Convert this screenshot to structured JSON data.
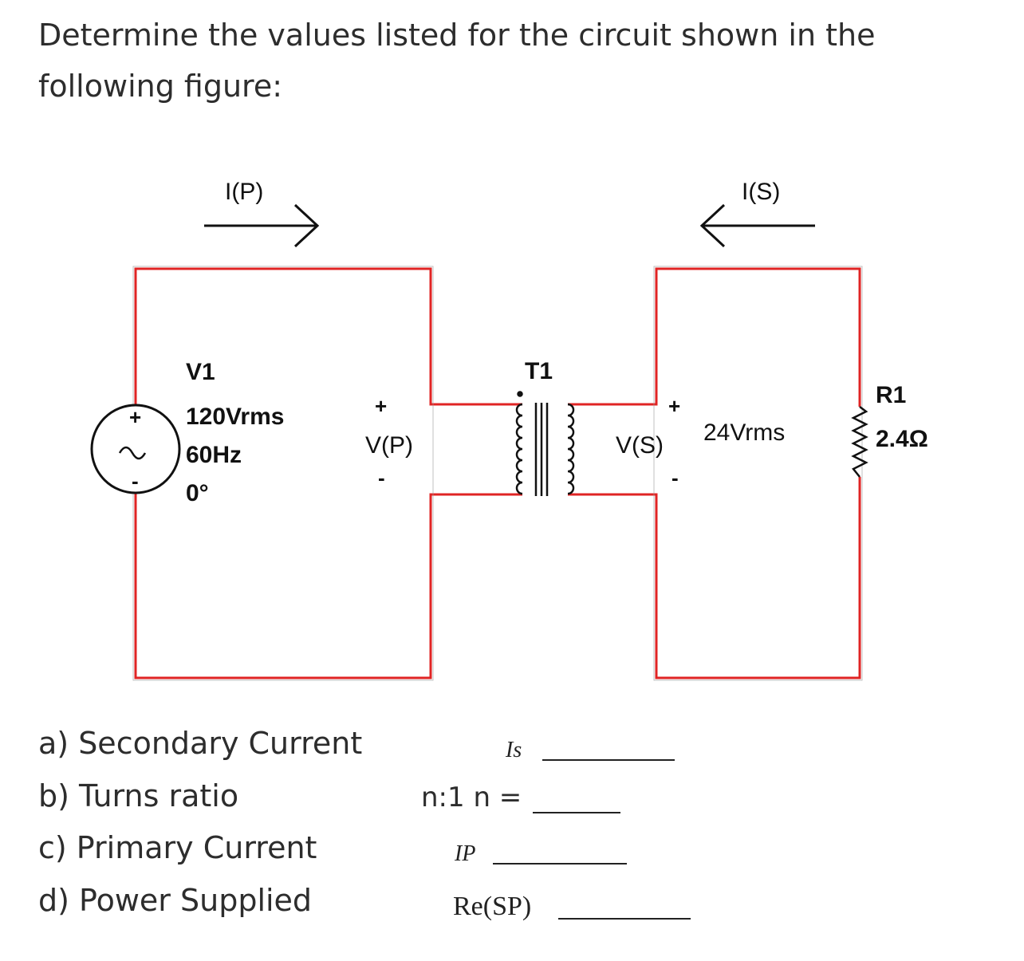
{
  "prompt": "Determine the values listed for the circuit shown in the following figure:",
  "circuit": {
    "primary_current_label": "I(P)",
    "secondary_current_label": "I(S)",
    "source": {
      "name": "V1",
      "voltage": "120Vrms",
      "frequency": "60Hz",
      "phase": "0°",
      "plus": "+",
      "minus": "-",
      "wave": "~"
    },
    "primary_voltage": {
      "label": "V(P)",
      "plus": "+",
      "minus": "-"
    },
    "transformer": {
      "name": "T1"
    },
    "secondary_voltage": {
      "label": "V(S)",
      "plus": "+",
      "minus": "-",
      "value": "24Vrms"
    },
    "resistor": {
      "name": "R1",
      "value": "2.4Ω"
    },
    "colors": {
      "wire": "#e02424",
      "component": "#111111"
    }
  },
  "questions": [
    {
      "label": "a) Secondary Current",
      "symbol": "Is",
      "answer_prefix": ""
    },
    {
      "label": "b) Turns ratio",
      "symbol": "",
      "answer_prefix": "n:1 n ="
    },
    {
      "label": "c) Primary Current",
      "symbol": "IP",
      "answer_prefix": ""
    },
    {
      "label": "d) Power Supplied",
      "symbol": "Re(SP)",
      "answer_prefix": ""
    }
  ]
}
